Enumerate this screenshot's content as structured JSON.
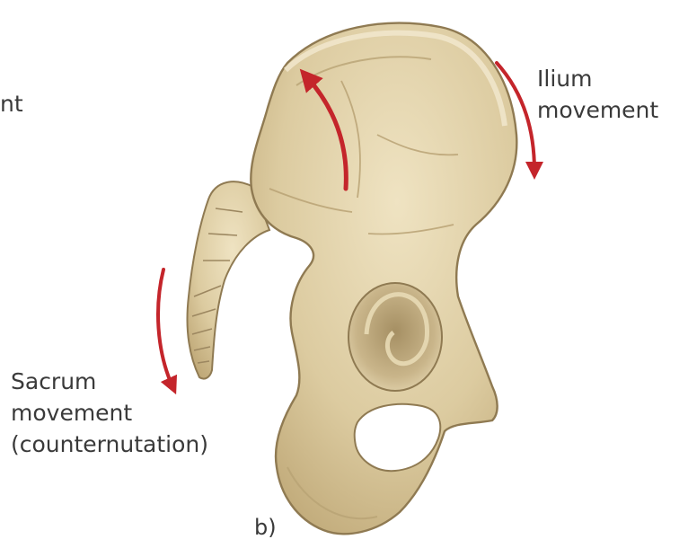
{
  "labels": {
    "left_cut_fragment": "nt",
    "ilium_line1": "Ilium",
    "ilium_line2": "movement",
    "sacrum_line1": "Sacrum",
    "sacrum_line2": "movement",
    "sacrum_line3": "(counternutation)",
    "panel_letter": "b)"
  },
  "colors": {
    "bone_fill": "#dccba0",
    "bone_shadow": "#b8a274",
    "bone_outline": "#8f7a52",
    "arrow": "#c4252b",
    "text": "#3a3a3a"
  },
  "icons": {
    "ilium_arrow": "curved-arrow-down",
    "iliac_crest_arrow": "curved-arrow-up",
    "sacrum_arrow": "curved-arrow-down"
  }
}
